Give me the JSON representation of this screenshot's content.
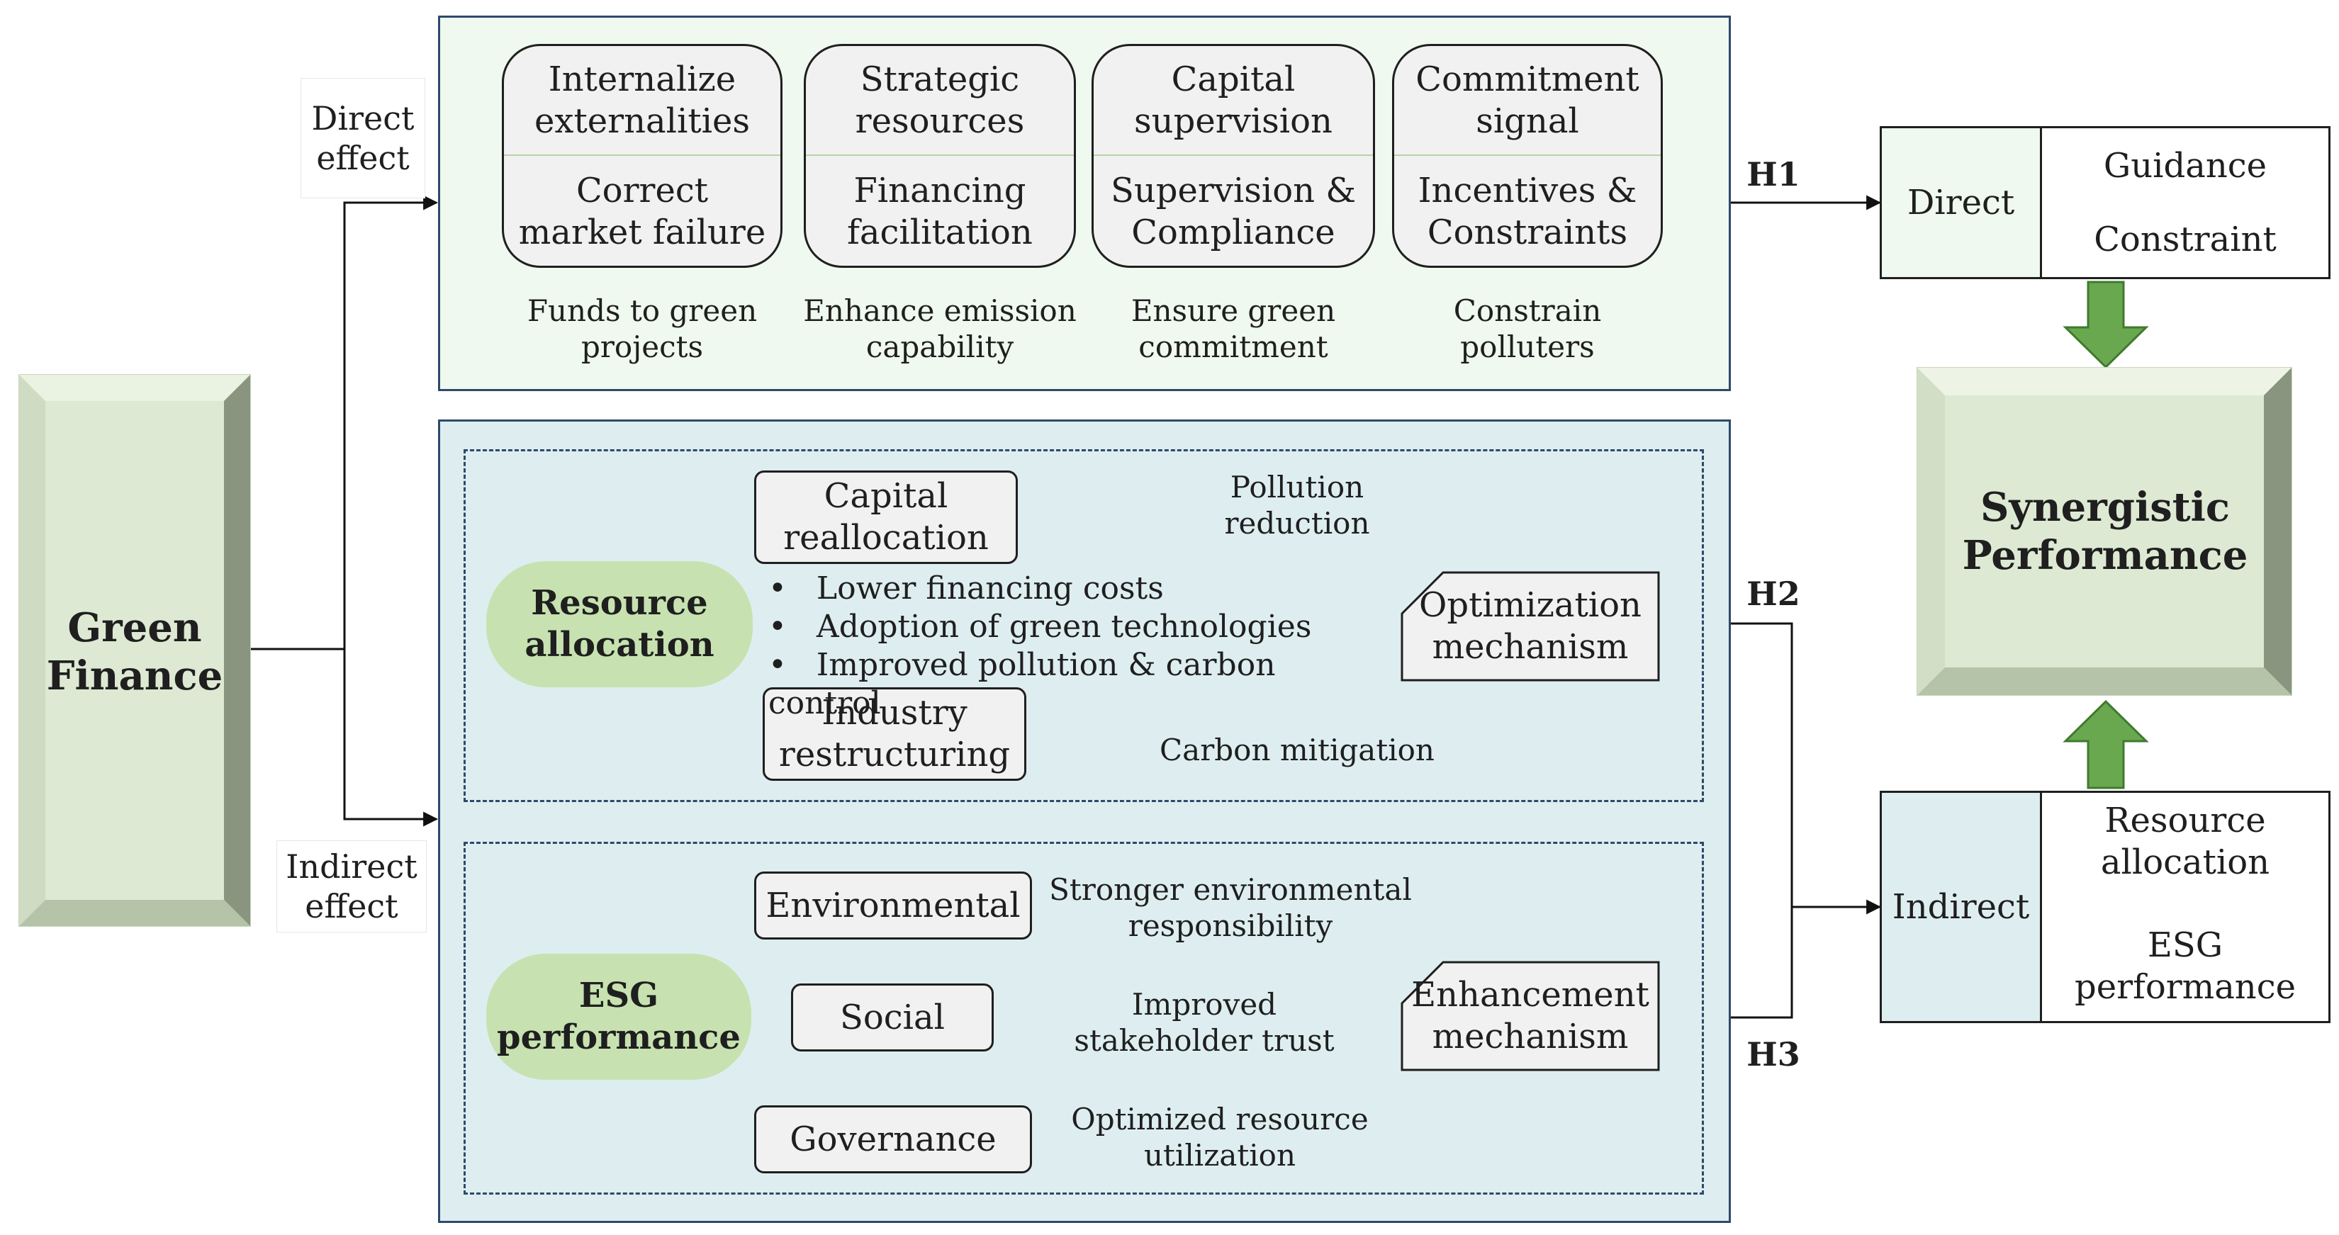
{
  "green_finance": {
    "label": "Green\nFinance"
  },
  "effects": {
    "direct": "Direct\neffect",
    "indirect": "Indirect\neffect"
  },
  "direct_mechanisms": [
    {
      "top": "Internalize\nexternalities",
      "bottom": "Correct\nmarket failure",
      "caption": "Funds to green\nprojects"
    },
    {
      "top": "Strategic\nresources",
      "bottom": "Financing\nfacilitation",
      "caption": "Enhance emission\ncapability"
    },
    {
      "top": "Capital\nsupervision",
      "bottom": "Supervision &\nCompliance",
      "caption": "Ensure green\ncommitment"
    },
    {
      "top": "Commitment\nsignal",
      "bottom": "Incentives &\nConstraints",
      "caption": "Constrain\npolluters"
    }
  ],
  "resource_allocation": {
    "label": "Resource\nallocation",
    "capital_reallocation": "Capital\nreallocation",
    "industry_restructuring": "Industry\nrestructuring",
    "bullets": [
      "Lower financing costs",
      "Adoption of green technologies",
      "Improved pollution & carbon control"
    ],
    "pollution_reduction": "Pollution reduction",
    "carbon_mitigation": "Carbon mitigation",
    "mechanism": "Optimization\nmechanism"
  },
  "esg": {
    "label": "ESG\nperformance",
    "environmental": "Environmental",
    "social": "Social",
    "governance": "Governance",
    "env_note": "Stronger environmental\nresponsibility",
    "soc_note": "Improved\nstakeholder trust",
    "gov_note": "Optimized resource\nutilization",
    "mechanism": "Enhancement\nmechanism"
  },
  "hypotheses": {
    "h1": "H1",
    "h2": "H2",
    "h3": "H3"
  },
  "direct_table": {
    "label": "Direct",
    "items": [
      "Guidance",
      "Constraint"
    ]
  },
  "indirect_table": {
    "label": "Indirect",
    "items": [
      "Resource\nallocation",
      "ESG\nperformance"
    ]
  },
  "synergistic": {
    "label": "Synergistic\nPerformance"
  },
  "colors": {
    "panel_direct_bg": "#eff9ef",
    "panel_indirect_bg": "#deeef0",
    "pill_green": "#c7e2b0",
    "bevel_green": "#dde9d3",
    "arrow_green": "#6aa84f",
    "connector_blue": "#4472c4",
    "panel_border": "#2d4a6b"
  }
}
